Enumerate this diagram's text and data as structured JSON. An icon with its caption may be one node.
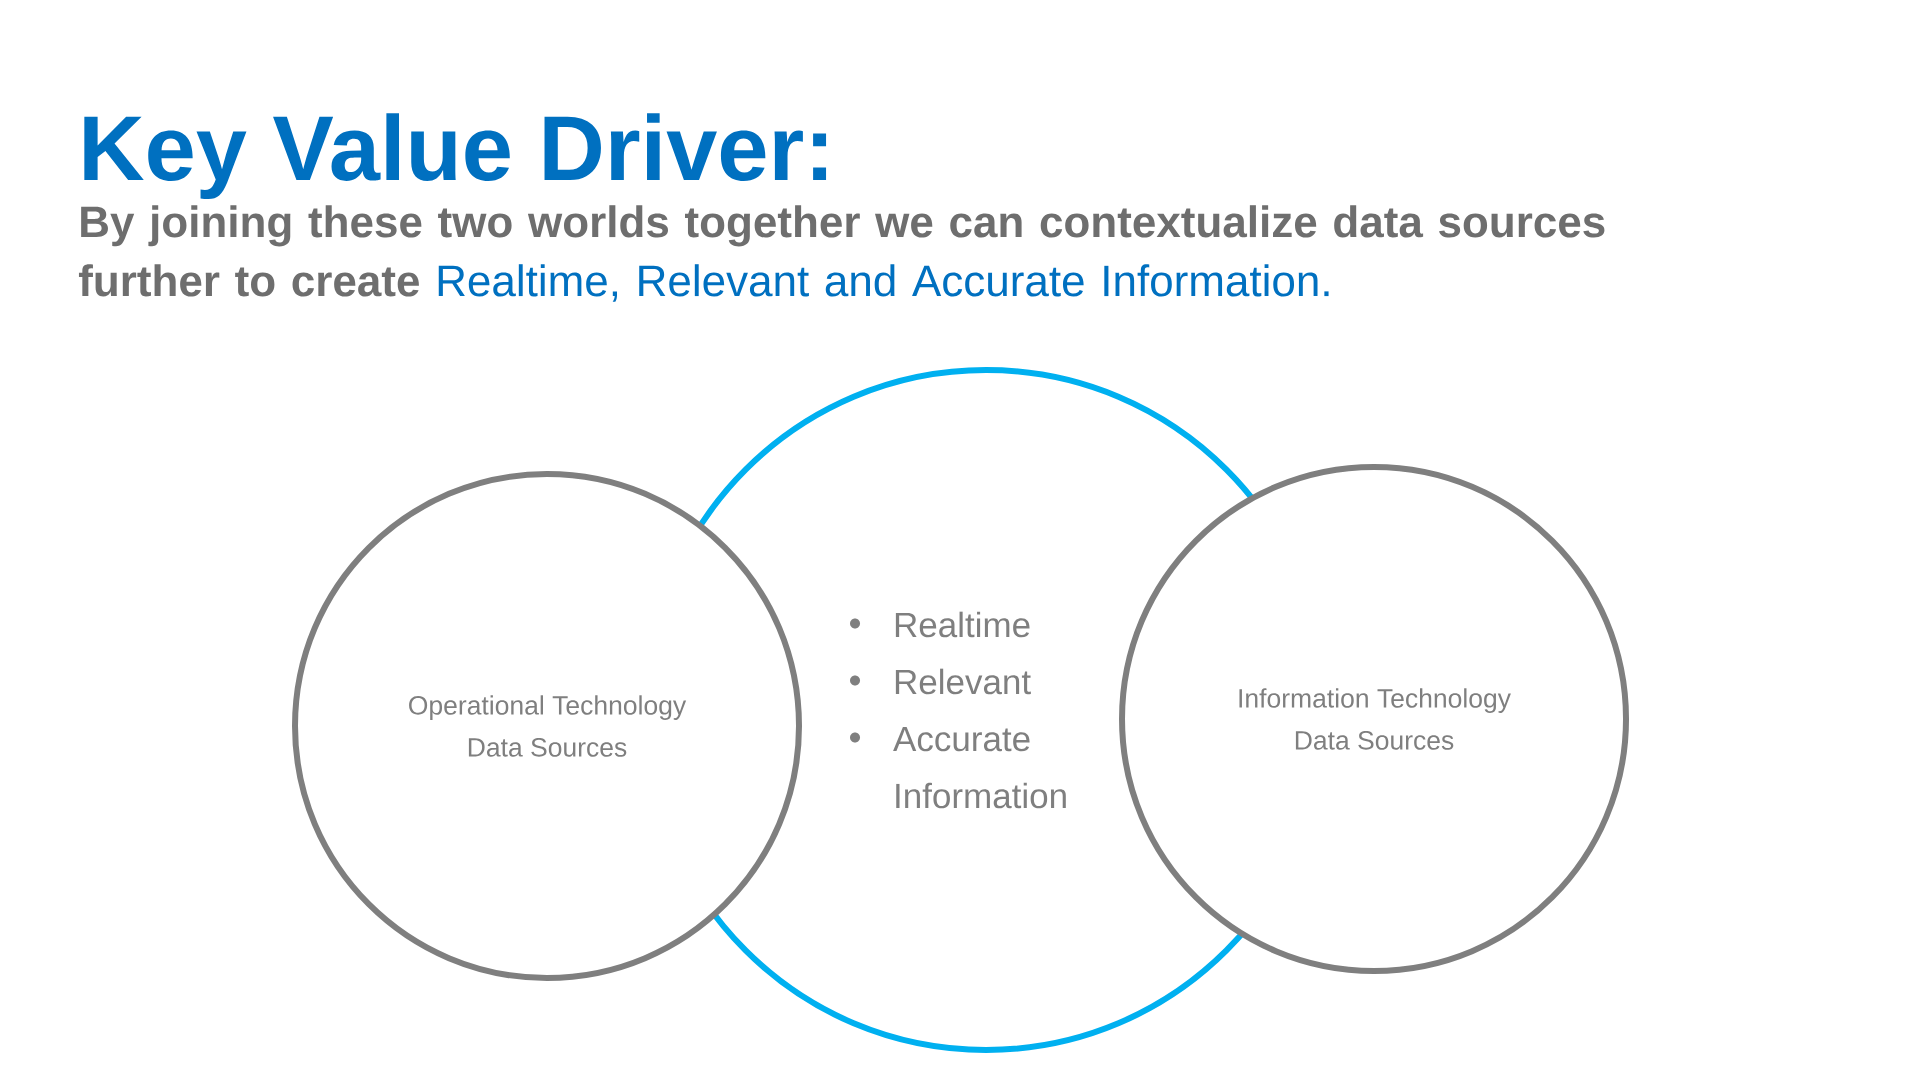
{
  "diagram": {
    "title": "Key Value Driver:",
    "nodes": [
      {
        "text": [
          "Operational Technology Data Sources"
        ]
      },
      {
        "text": [
          "Realtime",
          "Relevant",
          "Accurate Information"
        ]
      },
      {
        "text": [
          "Information Technology Data Sources"
        ]
      }
    ],
    "labels": [
      "By joining these two worlds together we can contextualize data sources further to create",
      "Realtime, Relevant and Accurate Information."
    ]
  }
}
